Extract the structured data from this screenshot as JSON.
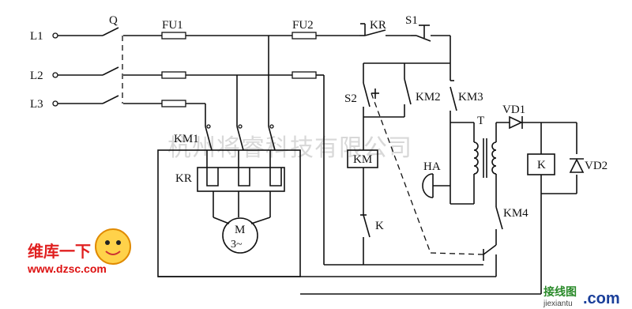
{
  "terminals": {
    "l1": "L1",
    "l2": "L2",
    "l3": "L3"
  },
  "components": {
    "q": "Q",
    "fu1": "FU1",
    "fu2": "FU2",
    "kr_top": "KR",
    "s1": "S1",
    "s2": "S2",
    "km2": "KM2",
    "km3": "KM3",
    "km1": "KM1",
    "kr_relay": "KR",
    "km_coil": "KM",
    "ha": "HA",
    "k_contact": "K",
    "transformer": "T",
    "vd1": "VD1",
    "k_coil": "K",
    "vd2": "VD2",
    "km4": "KM4",
    "motor_m": "M",
    "motor_phase": "3~"
  },
  "watermark": "杭州将睿科技有限公司",
  "logo_left": {
    "title": "维库一下",
    "url": "www.dzsc.com"
  },
  "logo_right": {
    "title": "接线图",
    "sub": "jiexiantu",
    "tld": ".com"
  }
}
